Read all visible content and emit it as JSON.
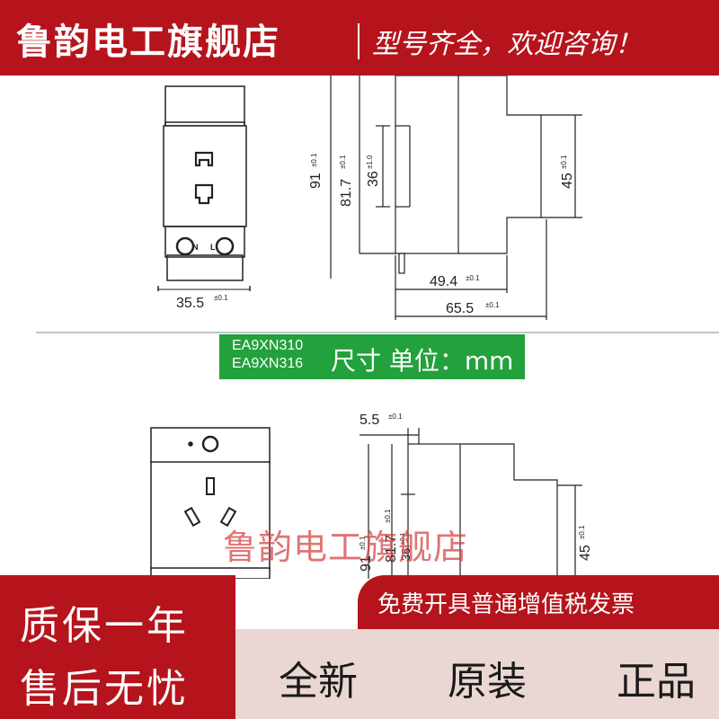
{
  "header": {
    "shop_name": "鲁韵电工旗舰店",
    "slogan": "型号齐全，欢迎咨询！"
  },
  "drawing_top": {
    "front_width": "35.5",
    "height_91": "91",
    "height_81_7": "81.7",
    "height_36": "36",
    "height_45": "45",
    "depth_49_4": "49.4",
    "depth_65_5": "65.5",
    "tol_01": "±0.1",
    "tol_10": "±1.0",
    "switch_n": "N",
    "switch_l": "L"
  },
  "label": {
    "model_1": "EA9XN310",
    "model_2": "EA9XN316",
    "unit": "尺寸 单位：mm"
  },
  "drawing_bottom": {
    "dim_5_5": "5.5",
    "height_91": "91",
    "height_81_7": "81.7",
    "height_36": "36",
    "height_45": "45",
    "tol_01": "±0.1",
    "tol_36": "±0.1"
  },
  "watermark": "鲁韵电工旗舰店",
  "footer": {
    "guarantee_line1": "质保一年",
    "guarantee_line2": "售后无忧",
    "invoice": "免费开具普通增值税发票",
    "quality_1": "全新",
    "quality_2": "原装",
    "quality_3": "正品"
  },
  "colors": {
    "brand_red": "#b5141c",
    "label_green": "#23a13c",
    "strip_beige": "#ead7d3"
  }
}
